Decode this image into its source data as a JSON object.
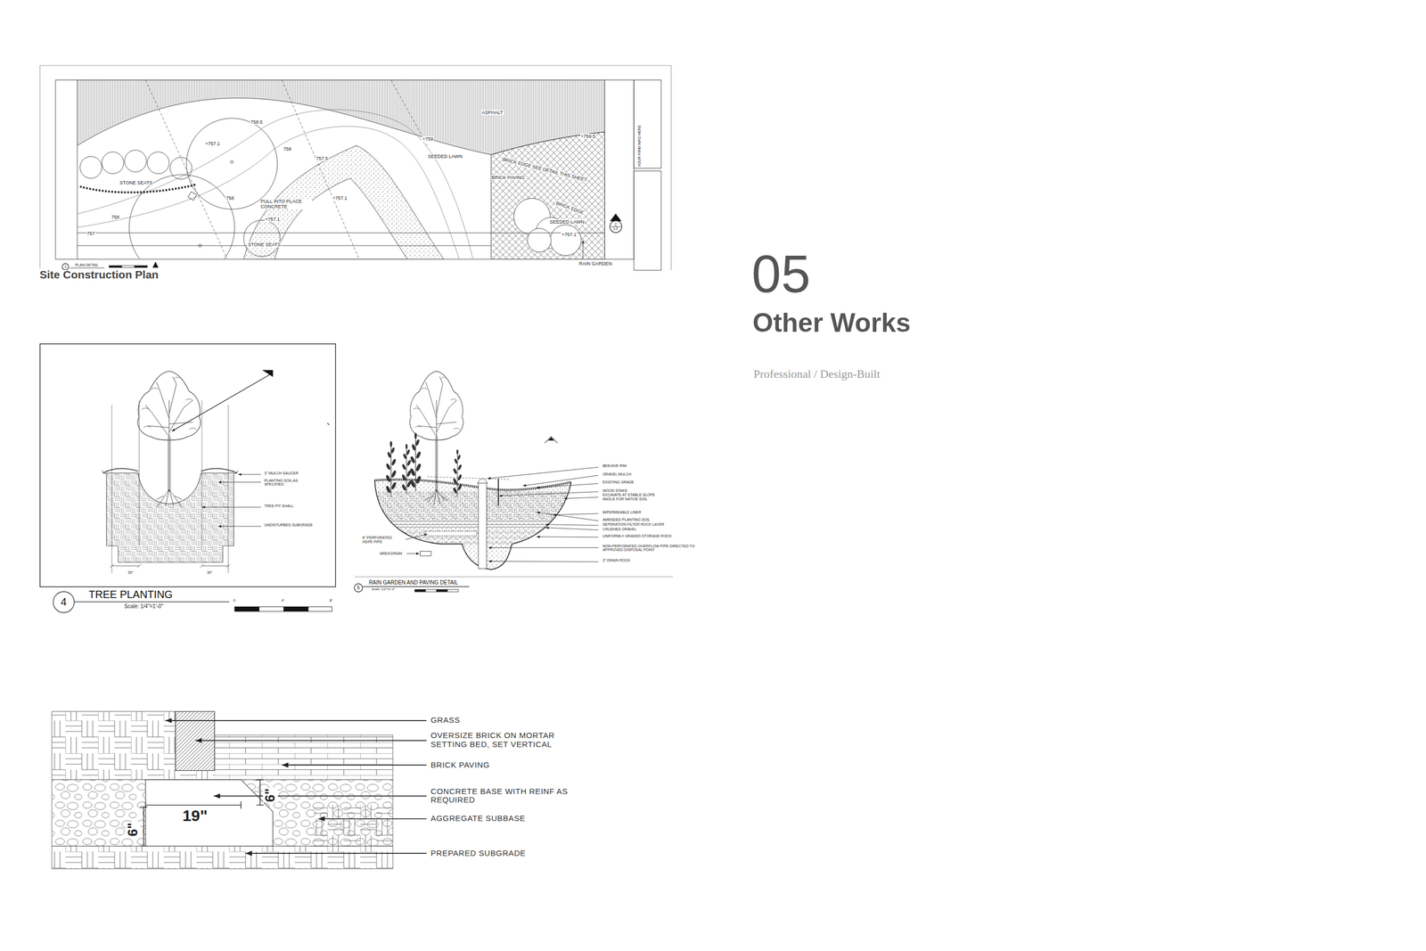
{
  "diagram": {
    "title": "Other Works",
    "nodes": [
      {
        "text": [
          "1"
        ]
      },
      {
        "text": [
          "2",
          "L2"
        ]
      },
      {
        "text": [
          "4"
        ]
      },
      {
        "text": [
          "5"
        ]
      }
    ],
    "labels": [
      "05",
      "Professional / Design-Built",
      "Site Construction Plan",
      "ASPHALT",
      "758.5",
      "+757.1",
      "758",
      "757.5",
      "+759",
      "+759.5",
      "SEEDED LAWN",
      "BRICK EDGE SEE DETAIL THIS SHEET",
      "BRICK PAVING",
      "STONE SEATS",
      "758",
      "PULL INTO PLACE CONCRETE",
      "+757.1",
      "+757.1",
      "758",
      "757",
      "STONE SEATS",
      "BRICK EDGE",
      "SEEDED LAWN",
      "+757.1",
      "RAIN GARDEN",
      "PLAN DETAIL",
      "YOUR FIRM INFO HERE",
      "3\" MULCH SAUCER",
      "PLANTING SOIL AS SPECIFIED",
      "TREE PIT SHALL",
      "UNDISTURBED SUBGRADE",
      "30\"",
      "30\"",
      "TREE PLANTING",
      "Scale: 1/4\"=1'-0\"",
      "0",
      "4'",
      "8'",
      "BEEHIVE RIM",
      "GRAVEL MULCH",
      "EXISTING GRADE",
      "WOOD STAKE",
      "EXCAVATE AT STABLE SLOPE ANGLE FOR NATIVE SOIL",
      "IMPERMEABLE LINER",
      "AMENDED PLANTING SOIL",
      "SEPERATION FILTER ROCK LAYER",
      "CRUSHED GRAVEL",
      "UNIFORMLY GRADED STORAGE ROCK",
      "NON-PERFORATED OVERFLOW PIPE DIRECTED TO APPROVED DISPOSAL POINT",
      "3\" DRAIN ROCK",
      "6\" PERFORATED HDPE PIPE",
      "AREA DRAIN",
      "RAIN GARDEN AND PAVING DETAIL",
      "Scale: 1/2\"=1'-0\"",
      "GRASS",
      "OVERSIZE BRICK ON MORTAR SETTING BED, SET VERTICAL",
      "BRICK PAVING",
      "CONCRETE BASE WITH REINF AS REQUIRED",
      "AGGREGATE SUBBASE",
      "PREPARED SUBGRADE",
      "6\"",
      "19\"",
      "6\""
    ]
  }
}
